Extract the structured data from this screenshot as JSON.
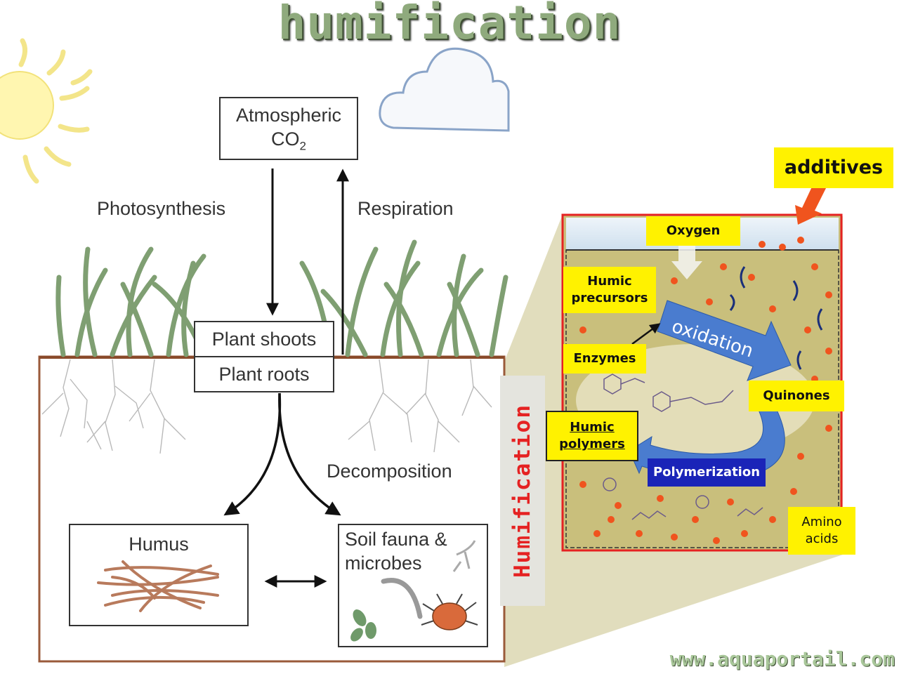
{
  "title": "humification",
  "carbon_cycle": {
    "atmospheric_line1": "Atmospheric",
    "atmospheric_co2_base": "CO",
    "atmospheric_co2_sub": "2",
    "photosynthesis": "Photosynthesis",
    "respiration": "Respiration",
    "plant_shoots": "Plant shoots",
    "plant_roots": "Plant roots",
    "decomposition": "Decomposition",
    "humus": "Humus",
    "soil_fauna_line1": "Soil fauna &",
    "soil_fauna_line2": "microbes"
  },
  "process": {
    "additives": "additives",
    "oxygen": "Oxygen",
    "humic_precursors_line1": "Humic",
    "humic_precursors_line2": "precursors",
    "oxidation": "oxidation",
    "enzymes": "Enzymes",
    "quinones": "Quinones",
    "humic_polymers_line1": "Humic",
    "humic_polymers_line2": "polymers",
    "polymerization": "Polymerization",
    "amino_line1": "Amino",
    "amino_line2": "acids",
    "humification_label": "Humification"
  },
  "watermark": "www.aquaportail.com",
  "colors": {
    "title_green": "#8faa7d",
    "grass_green": "#7f9f72",
    "soil_border": "#9a5a3a",
    "label_yellow": "#fff200",
    "frame_red": "#e52222",
    "arrow_blue": "#4a7ccf",
    "polymerization_navy": "#1a24b8"
  },
  "icons": [
    "sun-icon",
    "cloud-icon",
    "grass-illustration",
    "root-illustration",
    "humus-fibers",
    "mite-icon",
    "worm-icon",
    "seed-icon",
    "soil-particles"
  ]
}
